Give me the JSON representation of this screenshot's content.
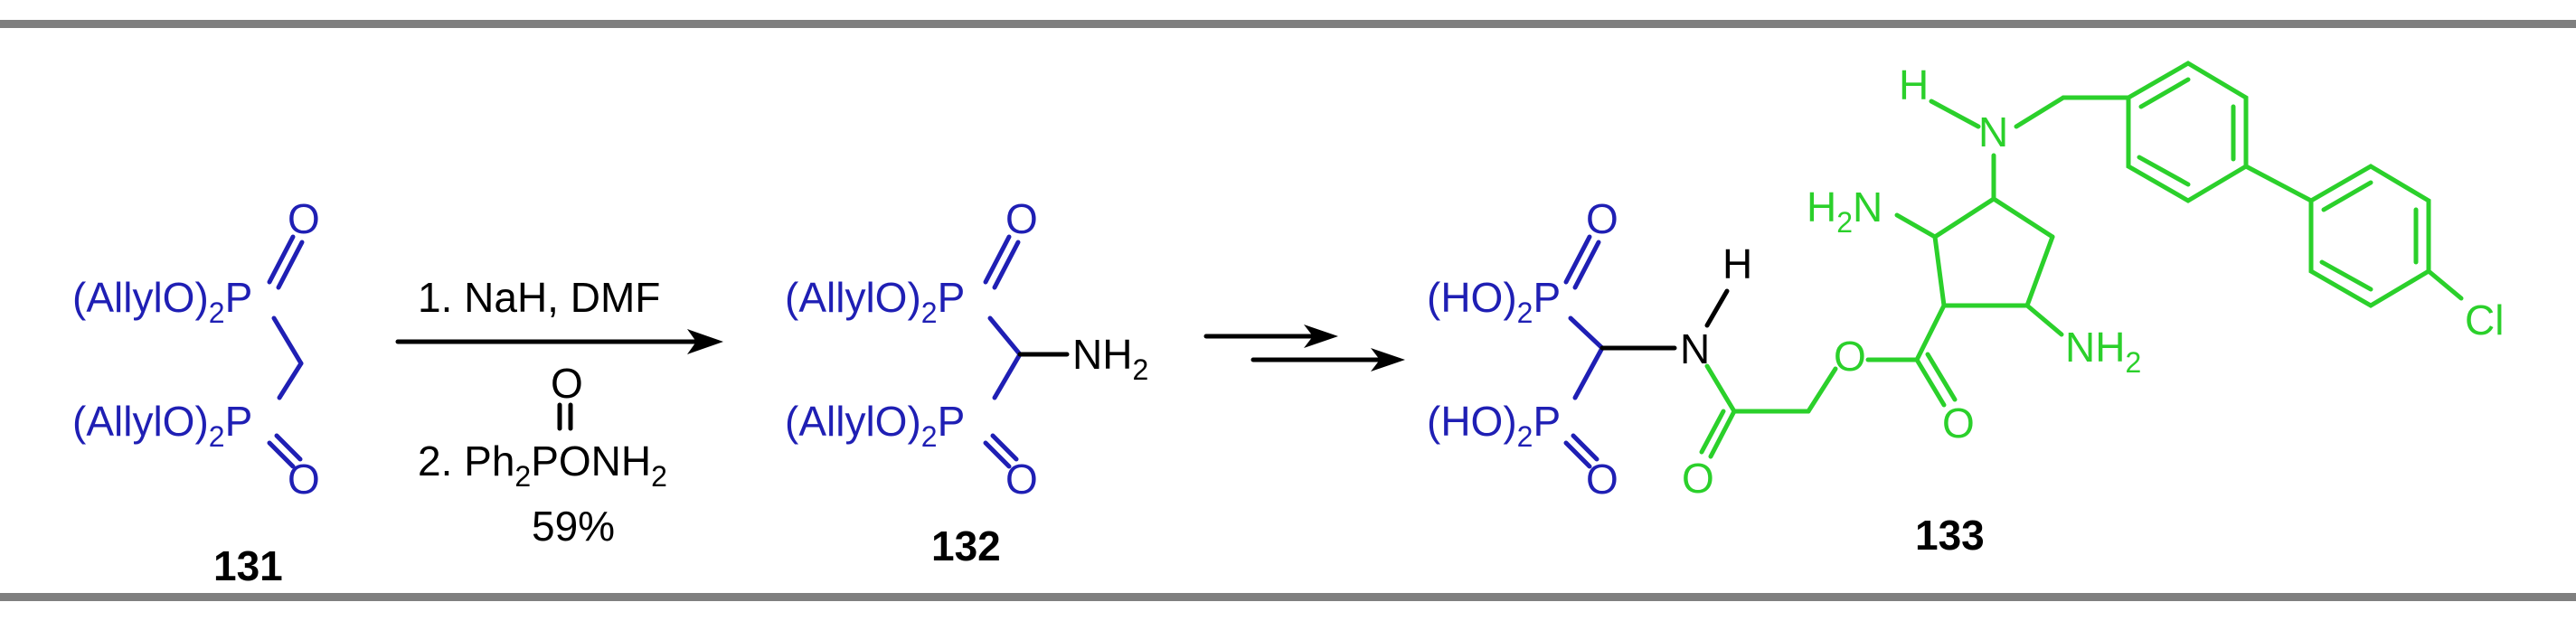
{
  "colors": {
    "phosphonate": "#1f1fb4",
    "fragment": "#2bd02b",
    "text": "#000000",
    "rule": "#7f7f7f"
  },
  "compound_131": {
    "number": "131",
    "group_top": "(AllylO)",
    "group_bottom": "(AllylO)",
    "sub": "2",
    "p": "P",
    "o": "O"
  },
  "reaction_1": {
    "step1": "1. NaH, DMF",
    "step2_prefix": "2. Ph",
    "step2_sub": "2",
    "step2_p": "P",
    "step2_suffix": "ONH",
    "step2_sub2": "2",
    "oxo_o": "O",
    "yield": "59%"
  },
  "compound_132": {
    "number": "132",
    "group_top": "(AllylO)",
    "group_bottom": "(AllylO)",
    "sub": "2",
    "p": "P",
    "o": "O",
    "amine": "NH",
    "amine_sub": "2"
  },
  "compound_133": {
    "number": "133",
    "group_top": "(HO)",
    "group_bottom": "(HO)",
    "sub": "2",
    "p": "P",
    "o": "O",
    "nh_h": "H",
    "nh_n": "N",
    "ester_o": "O",
    "carbonyl_o": "O",
    "h2n_h": "H",
    "h2n_sub": "2",
    "h2n_n": "N",
    "nh2_n": "NH",
    "nh2_sub": "2",
    "amine_h": "H",
    "amine_n": "N",
    "cl": "Cl"
  }
}
